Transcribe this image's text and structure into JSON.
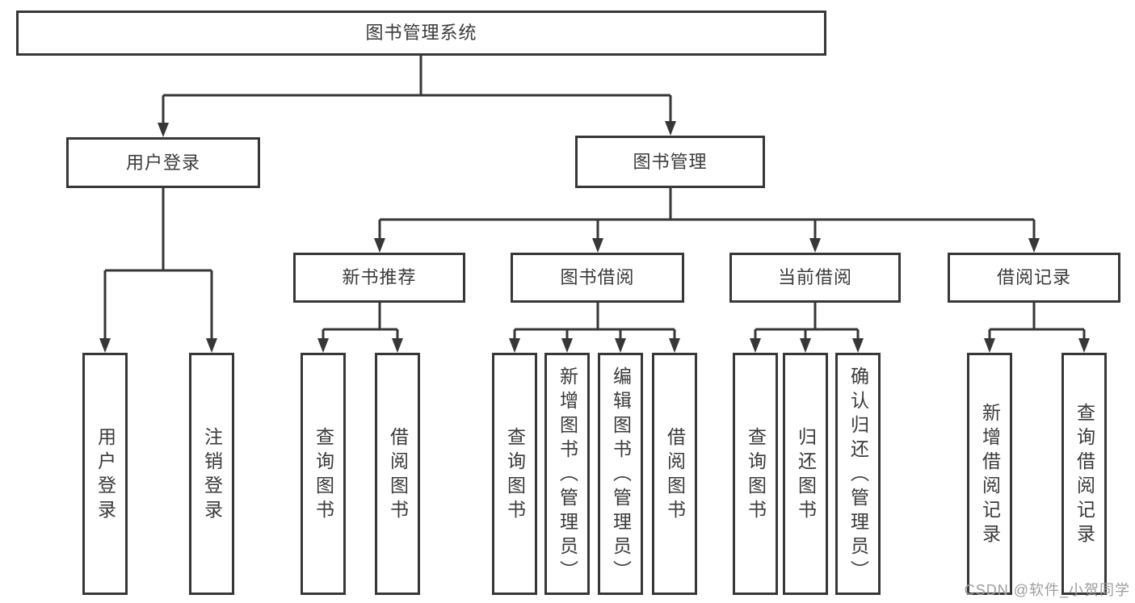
{
  "diagram_title": "图书管理系统",
  "nodes": {
    "root": {
      "label": "图书管理系统"
    },
    "user_login": {
      "label": "用户登录",
      "children": [
        {
          "label": "用户登录"
        },
        {
          "label": "注销登录"
        }
      ]
    },
    "book_mgmt": {
      "label": "图书管理"
    },
    "new_book_rec": {
      "label": "新书推荐",
      "children": [
        {
          "label": "查询图书"
        },
        {
          "label": "借阅图书"
        }
      ]
    },
    "book_borrow": {
      "label": "图书借阅",
      "children": [
        {
          "label": "查询图书"
        },
        {
          "label": "新增图书（管理员）"
        },
        {
          "label": "编辑图书（管理员）"
        },
        {
          "label": "借阅图书"
        }
      ]
    },
    "current_borrow": {
      "label": "当前借阅",
      "children": [
        {
          "label": "查询图书"
        },
        {
          "label": "归还图书"
        },
        {
          "label": "确认归还（管理员）"
        }
      ]
    },
    "borrow_records": {
      "label": "借阅记录",
      "children": [
        {
          "label": "新增借阅记录"
        },
        {
          "label": "查询借阅记录"
        }
      ]
    }
  },
  "watermark": "CSDN @软件_小贺同学",
  "colors": {
    "line": "#373737",
    "text": "#3a3a3a",
    "watermark": "#9d9d9d",
    "background": "#ffffff"
  }
}
